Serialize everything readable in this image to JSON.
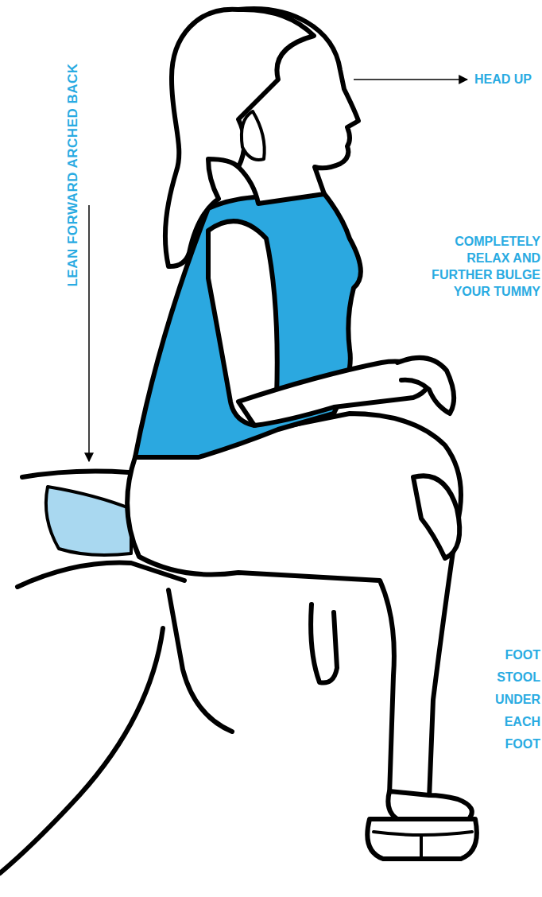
{
  "diagram": {
    "labels": [
      "HEAD UP",
      "LEAN FORWARD ARCHED BACK",
      "COMPLETELY RELAX AND FURTHER BULGE YOUR TUMMY",
      "FOOT STOOL UNDER EACH FOOT"
    ]
  }
}
